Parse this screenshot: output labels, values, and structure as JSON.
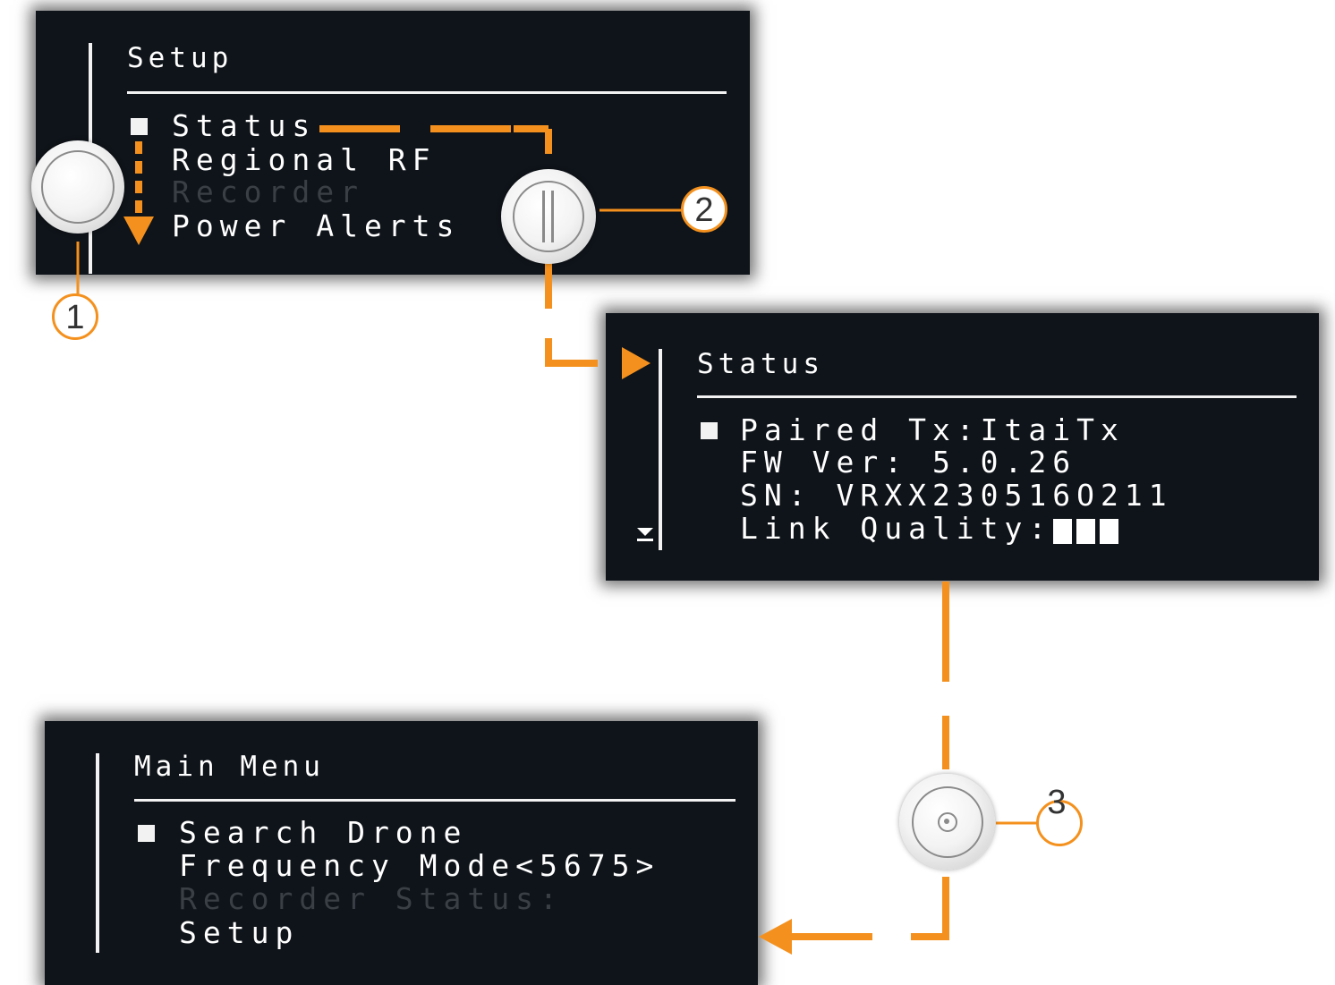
{
  "colors": {
    "accent": "#f4911e",
    "screen_bg": "#0f141a",
    "text": "#ffffff",
    "dim_text": "#3a3f46"
  },
  "setup_screen": {
    "title": "Setup",
    "items": [
      {
        "label": "Status",
        "selected": true,
        "dimmed": false
      },
      {
        "label": "Regional RF",
        "selected": false,
        "dimmed": false
      },
      {
        "label": "Recorder",
        "selected": false,
        "dimmed": true
      },
      {
        "label": "Power Alerts",
        "selected": false,
        "dimmed": false
      }
    ]
  },
  "status_screen": {
    "title": "Status",
    "lines": [
      {
        "label": "Paired Tx:ItaiTx",
        "selected": true
      },
      {
        "label": "FW Ver: 5.0.26",
        "selected": false
      },
      {
        "label": "SN: VRXX230516O211",
        "selected": false
      },
      {
        "label": "Link Quality:",
        "selected": false
      }
    ],
    "link_quality_bars": 3
  },
  "main_menu_screen": {
    "title": "Main Menu",
    "items": [
      {
        "label": "Search Drone",
        "selected": true,
        "dimmed": false
      },
      {
        "label": "Frequency Mode<5675>",
        "selected": false,
        "dimmed": false
      },
      {
        "label": "Recorder Status:",
        "selected": false,
        "dimmed": true
      },
      {
        "label": "Setup",
        "selected": false,
        "dimmed": false
      }
    ]
  },
  "callouts": [
    "1",
    "2",
    "3"
  ],
  "controls": [
    {
      "name": "scroll-wheel",
      "icon": "knob-icon"
    },
    {
      "name": "select-button",
      "icon": "press-button-icon"
    },
    {
      "name": "back-button",
      "icon": "back-button-icon"
    }
  ]
}
